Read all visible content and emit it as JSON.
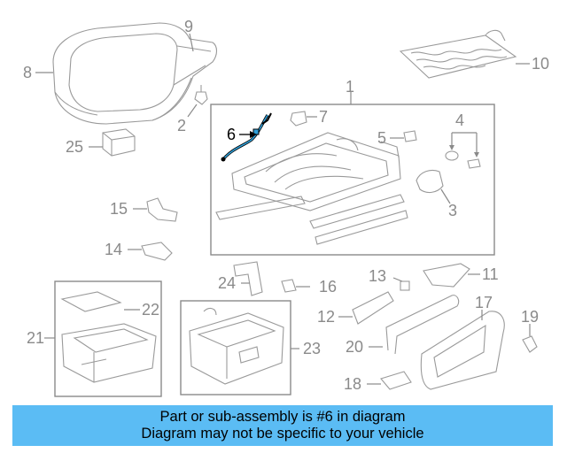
{
  "callouts": {
    "c1": "1",
    "c2": "2",
    "c3": "3",
    "c4": "4",
    "c5": "5",
    "c6": "6",
    "c7": "7",
    "c8": "8",
    "c9": "9",
    "c10": "10",
    "c11": "11",
    "c12": "12",
    "c13": "13",
    "c14": "14",
    "c15": "15",
    "c16": "16",
    "c17": "17",
    "c18": "18",
    "c19": "19",
    "c20": "20",
    "c21": "21",
    "c22": "22",
    "c23": "23",
    "c24": "24",
    "c25": "25"
  },
  "highlight": {
    "part": "6",
    "color": "#2f9fd8"
  },
  "banner": {
    "line1": "Part or sub-assembly is #6 in diagram",
    "line2": "Diagram may not be specific to your vehicle",
    "background": "#5bbcf4"
  }
}
